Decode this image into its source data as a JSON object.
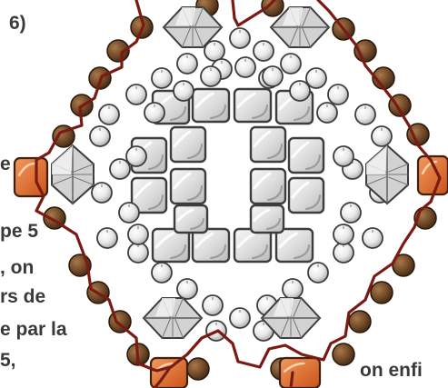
{
  "text_fragments": {
    "step": "6)",
    "left_1": "e",
    "left_2": "pe 5",
    "left_3": ", on",
    "left_4": "rs de",
    "left_5": "e par la",
    "left_6": "5,",
    "bottom_right": "on enfi"
  },
  "colors": {
    "thread": "#7a1a12",
    "bronze_bead": "#6b4526",
    "pearl_bead": "#e4e4e4",
    "cube_bead": "#d9d9d9",
    "bicone_crystal": "#c9c9c9",
    "orange_bead": "#e8702f",
    "text": "#3a3a3a"
  },
  "legend": []
}
